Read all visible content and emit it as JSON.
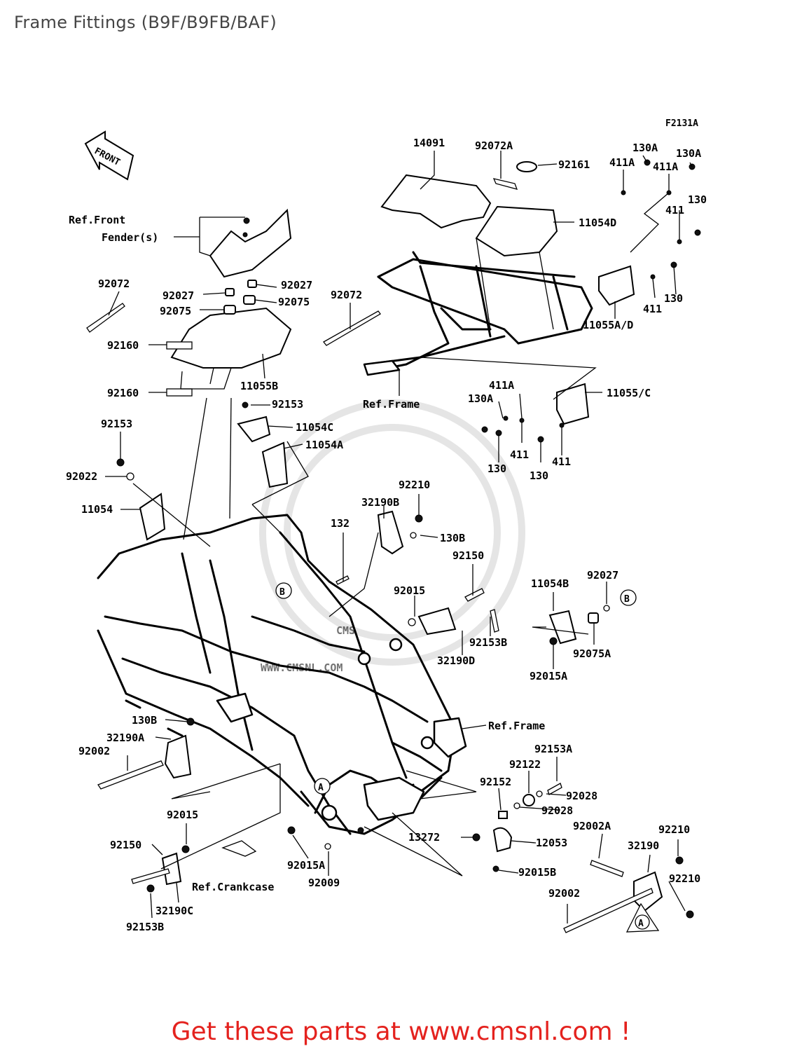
{
  "page_title": "Frame Fittings (B9F/B9FB/BAF)",
  "figure_code": "F2131A",
  "front_marker": "FRONT",
  "watermark": {
    "brand": "CMS",
    "url": "WWW.CMSNL.COM"
  },
  "footer_text": "Get these parts at www.cmsnl.com !",
  "callouts": {
    "p14091": "14091",
    "p92072A": "92072A",
    "p92161": "92161",
    "p130A_1": "130A",
    "p130A_2": "130A",
    "p411A_1": "411A",
    "p411A_2": "411A",
    "p130_1": "130",
    "p411_1": "411",
    "p11054D": "11054D",
    "p411_2": "411",
    "p130_2": "130",
    "p11055AD": "11055A/D",
    "p92072_1": "92072",
    "p92027_1": "92027",
    "p92027_2": "92027",
    "p92075_1": "92075",
    "p92075_2": "92075",
    "p92072_2": "92072",
    "p92160_1": "92160",
    "p11055B": "11055B",
    "p92160_2": "92160",
    "p92153_1": "92153",
    "p11054C": "11054C",
    "p11054A": "11054A",
    "p92153_2": "92153",
    "p92022": "92022",
    "p11054": "11054",
    "p411A_3": "411A",
    "p130A_3": "130A",
    "p11055C": "11055/C",
    "p411_3": "411",
    "p411_4": "411",
    "p130_3": "130",
    "p130_4": "130",
    "p92210_1": "92210",
    "p32190B": "32190B",
    "p132": "132",
    "p130B_1": "130B",
    "p92150_1": "92150",
    "p92015_1": "92015",
    "p11054B": "11054B",
    "p92027_3": "92027",
    "p92153B_1": "92153B",
    "p32190D": "32190D",
    "p92075A": "92075A",
    "p92015A_1": "92015A",
    "p130B_2": "130B",
    "p32190A": "32190A",
    "p92002_1": "92002",
    "p92153A": "92153A",
    "p92122": "92122",
    "p92152": "92152",
    "p92028_1": "92028",
    "p92028_2": "92028",
    "p92015_2": "92015",
    "p13272": "13272",
    "p12053": "12053",
    "p92002A": "92002A",
    "p92210_2": "92210",
    "p32190": "32190",
    "p92210_3": "92210",
    "p92150_2": "92150",
    "p92015A_2": "92015A",
    "p92015B": "92015B",
    "p92009": "92009",
    "p92002_2": "92002",
    "p32190C": "32190C",
    "p92153B_2": "92153B"
  },
  "references": {
    "front_fender_1": "Ref.Front",
    "front_fender_2": "Fender(s)",
    "frame_1": "Ref.Frame",
    "frame_2": "Ref.Frame",
    "crankcase": "Ref.Crankcase"
  },
  "markers": {
    "a1": "A",
    "a2": "A",
    "b1": "B",
    "b2": "B"
  }
}
